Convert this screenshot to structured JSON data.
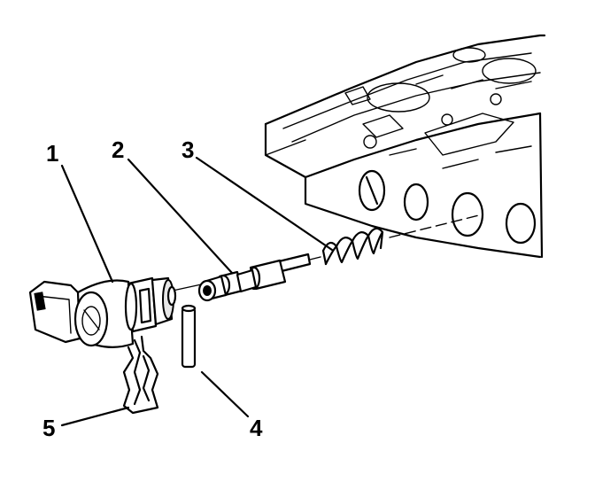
{
  "callouts": [
    {
      "id": "1",
      "text": "1"
    },
    {
      "id": "2",
      "text": "2"
    },
    {
      "id": "3",
      "text": "3"
    },
    {
      "id": "4",
      "text": "4"
    },
    {
      "id": "5",
      "text": "5"
    }
  ],
  "colors": {
    "ink": "#000000",
    "background": "#ffffff"
  }
}
